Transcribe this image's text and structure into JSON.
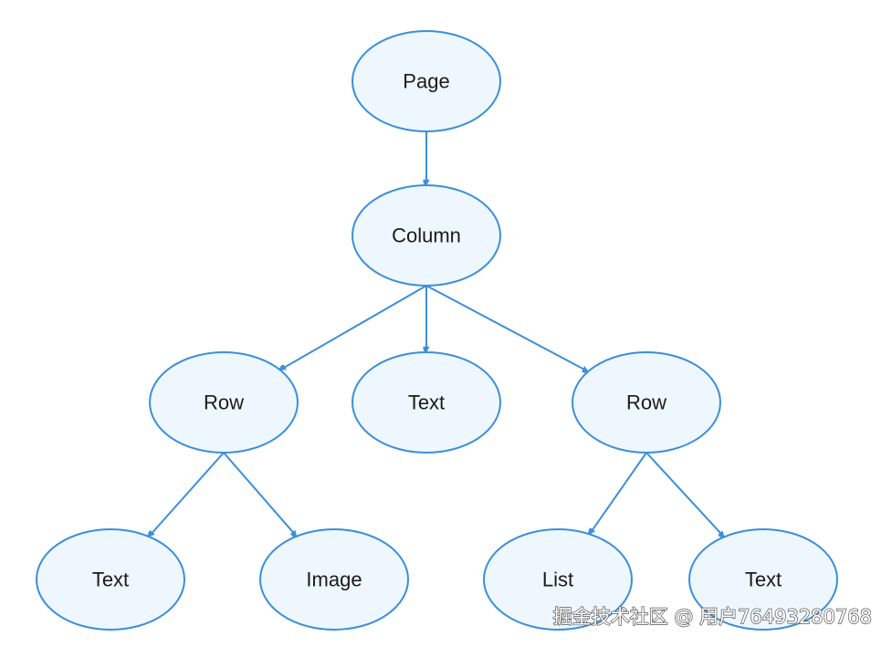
{
  "nodes": [
    {
      "id": "page",
      "label": "Page"
    },
    {
      "id": "column",
      "label": "Column"
    },
    {
      "id": "row-left",
      "label": "Row"
    },
    {
      "id": "text-middle",
      "label": "Text"
    },
    {
      "id": "row-right",
      "label": "Row"
    },
    {
      "id": "text-left",
      "label": "Text"
    },
    {
      "id": "image",
      "label": "Image"
    },
    {
      "id": "list",
      "label": "List"
    },
    {
      "id": "text-right",
      "label": "Text"
    }
  ],
  "edges": [
    {
      "from": "page",
      "to": "column"
    },
    {
      "from": "column",
      "to": "row-left"
    },
    {
      "from": "column",
      "to": "text-middle"
    },
    {
      "from": "column",
      "to": "row-right"
    },
    {
      "from": "row-left",
      "to": "text-left"
    },
    {
      "from": "row-left",
      "to": "image"
    },
    {
      "from": "row-right",
      "to": "list"
    },
    {
      "from": "row-right",
      "to": "text-right"
    }
  ],
  "watermark": "掘金技术社区 @ 用户76493280768",
  "colors": {
    "node_fill": "#eef7fe",
    "node_stroke": "#3b8fdb",
    "edge": "#3b8fdb",
    "label": "#1a1a1a"
  }
}
